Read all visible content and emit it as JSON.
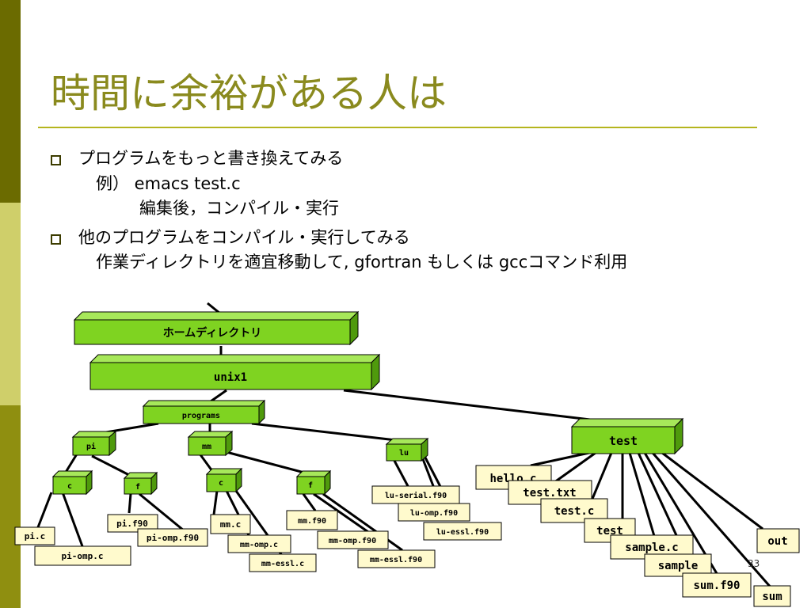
{
  "slide": {
    "title": "時間に余裕がある人は",
    "page_number": "33",
    "colors": {
      "title": "#8a8a1e",
      "accent_bar_dark": "#6b6b00",
      "accent_bar_mid": "#8f8f10",
      "accent_bar_light": "#cfcf6a",
      "dir_box_front": "#7fd321",
      "dir_box_top": "#a7e85a",
      "dir_box_side": "#4f9a0c",
      "file_box": "#fffacd"
    },
    "bullets": [
      {
        "text": "プログラムをもっと書き換えてみる",
        "sub": [
          "例）  emacs test.c",
          "編集後，コンパイル・実行"
        ]
      },
      {
        "text": "他のプログラムをコンパイル・実行してみる",
        "sub": [
          "作業ディレクトリを適宜移動して, gfortran もしくは  gccコマンド利用"
        ]
      }
    ]
  },
  "diagram": {
    "dirs": {
      "home": "ホームディレクトリ",
      "unix1": "unix1",
      "programs": "programs",
      "pi": "pi",
      "mm": "mm",
      "lu": "lu",
      "test": "test",
      "pi_c": "c",
      "pi_f": "f",
      "mm_c": "c",
      "mm_f": "f"
    },
    "files": {
      "pi_c_file": "pi.c",
      "pi_omp_c": "pi-omp.c",
      "pi_f90": "pi.f90",
      "pi_omp_f90": "pi-omp.f90",
      "mm_c_file": "mm.c",
      "mm_omp_c": "mm-omp.c",
      "mm_essl_c": "mm-essl.c",
      "mm_f90": "mm.f90",
      "mm_omp_f90": "mm-omp.f90",
      "mm_essl_f90": "mm-essl.f90",
      "lu_serial": "lu-serial.f90",
      "lu_omp": "lu-omp.f90",
      "lu_essl": "lu-essl.f90",
      "hello_c": "hello.c",
      "test_txt": "test.txt",
      "test_c": "test.c",
      "test_exe": "test",
      "sample_c": "sample.c",
      "sample": "sample",
      "sum_f90": "sum.f90",
      "sum": "sum",
      "out": "out"
    }
  }
}
